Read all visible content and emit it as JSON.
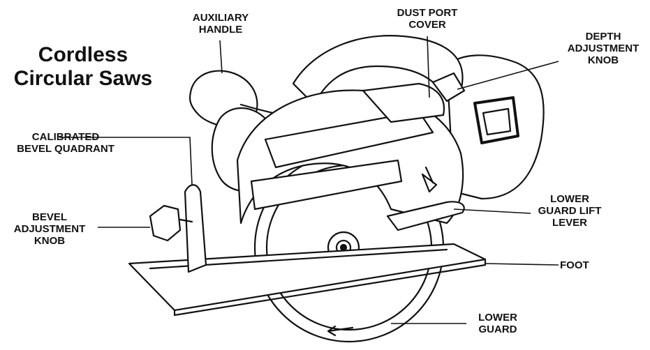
{
  "title": {
    "line1": "Cordless",
    "line2": "Circular Saws"
  },
  "labels": {
    "auxiliary_handle": [
      "AUXILIARY",
      "HANDLE"
    ],
    "dust_port_cover": [
      "DUST PORT",
      "COVER"
    ],
    "depth_adjustment_knob": [
      "DEPTH",
      "ADJUSTMENT",
      "KNOB"
    ],
    "calibrated_bevel_quadrant": [
      "CALIBRATED",
      "BEVEL QUADRANT"
    ],
    "bevel_adjustment_knob": [
      "BEVEL",
      "ADJUSTMENT",
      "KNOB"
    ],
    "lower_guard_lift_lever": [
      "LOWER",
      "GUARD LIFT",
      "LEVER"
    ],
    "foot": [
      "FOOT"
    ],
    "lower_guard": [
      "LOWER",
      "GUARD"
    ]
  },
  "colors": {
    "ink": "#111111",
    "paper": "#ffffff"
  }
}
